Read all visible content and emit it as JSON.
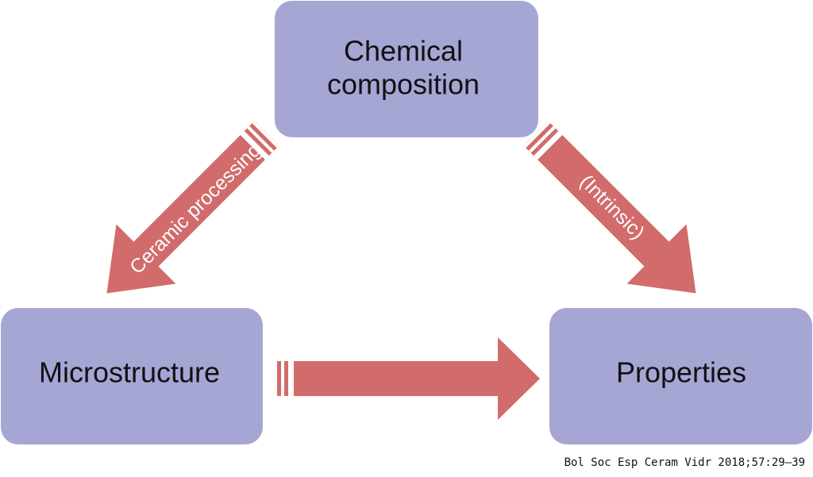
{
  "colors": {
    "node_fill": "#a5a6d4",
    "arrow_fill": "#d26b6b",
    "text": "#111111",
    "arrow_text": "#ffffff"
  },
  "nodes": {
    "chemical_composition": {
      "line1": "Chemical",
      "line2": "composition"
    },
    "microstructure": {
      "label": "Microstructure"
    },
    "properties": {
      "label": "Properties"
    }
  },
  "arrows": {
    "composition_to_microstructure": {
      "label": "Ceramic processing"
    },
    "composition_to_properties": {
      "label": "(Intrinsic)"
    },
    "microstructure_to_properties": {
      "label": ""
    }
  },
  "citation": "Bol Soc Esp Ceram Vidr 2018;57:29–39"
}
